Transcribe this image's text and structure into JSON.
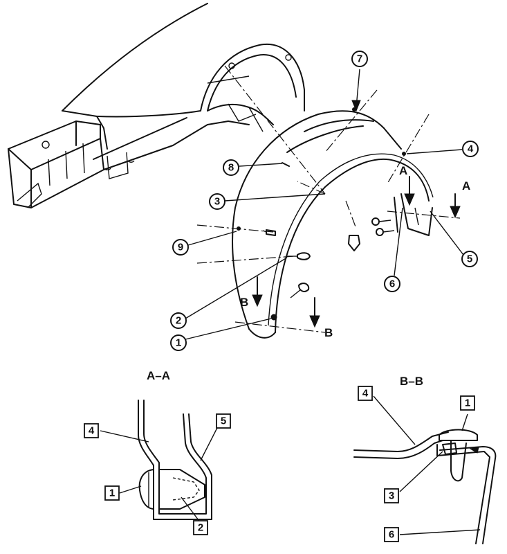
{
  "main_view": {
    "callouts": [
      "1",
      "2",
      "3",
      "4",
      "5",
      "6",
      "7",
      "8",
      "9"
    ],
    "section_markers": {
      "a": "A",
      "b": "B"
    }
  },
  "section_aa": {
    "title": "A–A",
    "callouts": [
      "4",
      "5",
      "1",
      "2"
    ]
  },
  "section_bb": {
    "title": "B–B",
    "callouts": [
      "4",
      "1",
      "3",
      "6"
    ]
  }
}
